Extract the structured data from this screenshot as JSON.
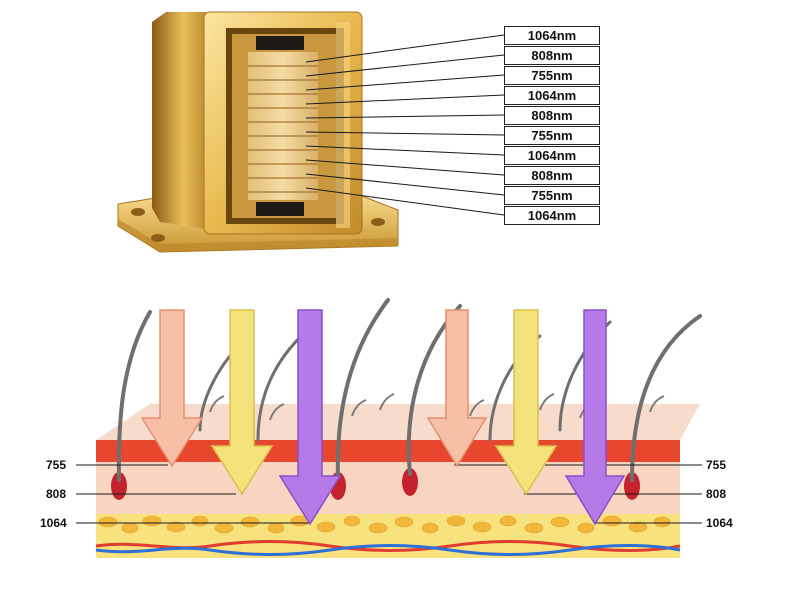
{
  "laser_module": {
    "wavelength_labels": [
      "1064nm",
      "808nm",
      "755nm",
      "1064nm",
      "808nm",
      "755nm",
      "1064nm",
      "808nm",
      "755nm",
      "1064nm"
    ]
  },
  "skin_diagram": {
    "left_labels": [
      "755",
      "808",
      "1064"
    ],
    "right_labels": [
      "755",
      "808",
      "1064"
    ]
  },
  "colors": {
    "gold": "#d9a43a",
    "arrow_755": "#f7bfa6",
    "arrow_808": "#f4e27c",
    "arrow_1064": "#b57ae8",
    "epidermis_red": "#e8472f",
    "dermis": "#f8d5c0",
    "fat_yellow": "#f2c94c"
  }
}
